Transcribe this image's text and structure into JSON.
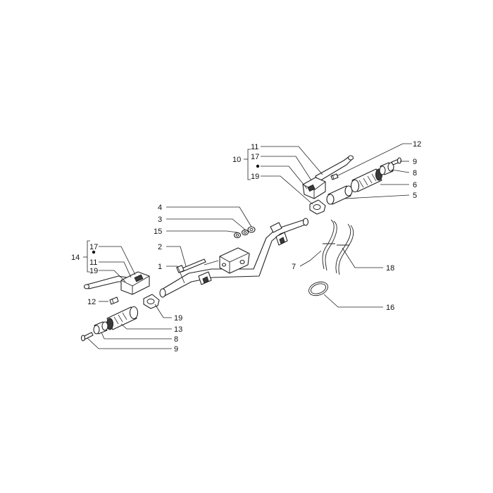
{
  "diagram": {
    "callouts": [
      {
        "id": "c11-top",
        "label": "11"
      },
      {
        "id": "c17-top",
        "label": "17"
      },
      {
        "id": "c10",
        "label": "10"
      },
      {
        "id": "c19-top",
        "label": "19"
      },
      {
        "id": "c12-top",
        "label": "12"
      },
      {
        "id": "c9-top",
        "label": "9"
      },
      {
        "id": "c8-top",
        "label": "8"
      },
      {
        "id": "c6",
        "label": "6"
      },
      {
        "id": "c5",
        "label": "5"
      },
      {
        "id": "c4",
        "label": "4"
      },
      {
        "id": "c3",
        "label": "3"
      },
      {
        "id": "c15",
        "label": "15"
      },
      {
        "id": "c2",
        "label": "2"
      },
      {
        "id": "c1",
        "label": "1"
      },
      {
        "id": "c17-left",
        "label": "17"
      },
      {
        "id": "c14",
        "label": "14"
      },
      {
        "id": "c11-left",
        "label": "11"
      },
      {
        "id": "c19-left",
        "label": "19"
      },
      {
        "id": "c12-left",
        "label": "12"
      },
      {
        "id": "c19-bottom",
        "label": "19"
      },
      {
        "id": "c13",
        "label": "13"
      },
      {
        "id": "c8-bottom",
        "label": "8"
      },
      {
        "id": "c9-bottom",
        "label": "9"
      },
      {
        "id": "c7",
        "label": "7"
      },
      {
        "id": "c18",
        "label": "18"
      },
      {
        "id": "c16",
        "label": "16"
      }
    ]
  }
}
